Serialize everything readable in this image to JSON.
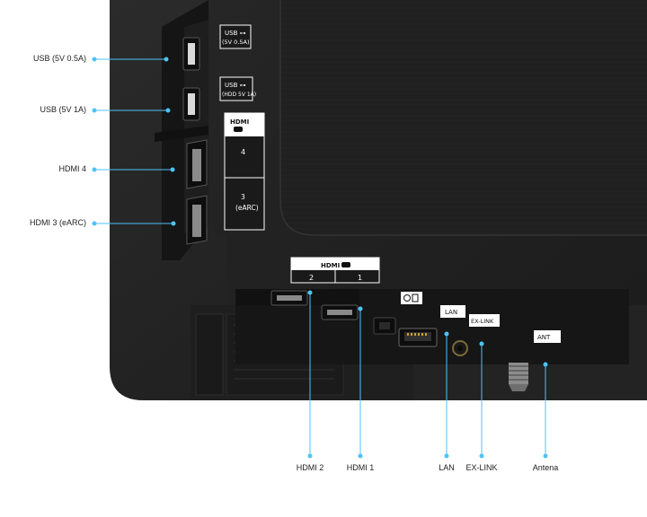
{
  "accent_color": "#4fc3f7",
  "panel_labels": {
    "usb_top": [
      "USB ⊶",
      "(5V 0.5A)"
    ],
    "usb_hdd": [
      "USB ⊶",
      "(HDD 5V 1A)"
    ],
    "hdmi_side": "HDMI",
    "hdmi_side_4": "4",
    "hdmi_side_3": [
      "3",
      "(eARC)"
    ],
    "hdmi_bottom": "HDMI",
    "hdmi_bottom_2": "2",
    "hdmi_bottom_1": "1",
    "lan": "LAN",
    "exlink": "EX-LINK",
    "ant": "ANT"
  },
  "callouts": {
    "usb_05a": "USB (5V 0.5A)",
    "usb_1a": "USB (5V 1A)",
    "hdmi4": "HDMI 4",
    "hdmi3_earc": "HDMI 3 (eARC)",
    "hdmi2": "HDMI 2",
    "hdmi1": "HDMI 1",
    "lan": "LAN",
    "exlink": "EX-LINK",
    "antenna": "Antena"
  }
}
